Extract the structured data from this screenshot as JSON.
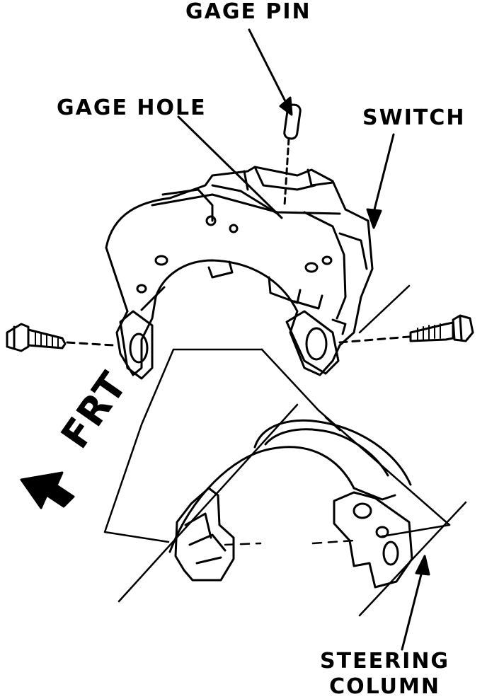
{
  "labels": {
    "gage_pin": "GAGE PIN",
    "gage_hole": "GAGE HOLE",
    "switch": "SWITCH",
    "steering_line1": "STEERING",
    "steering_line2": "COLUMN",
    "front": "FRT"
  },
  "colors": {
    "ink": "#000000",
    "paper": "#ffffff"
  }
}
